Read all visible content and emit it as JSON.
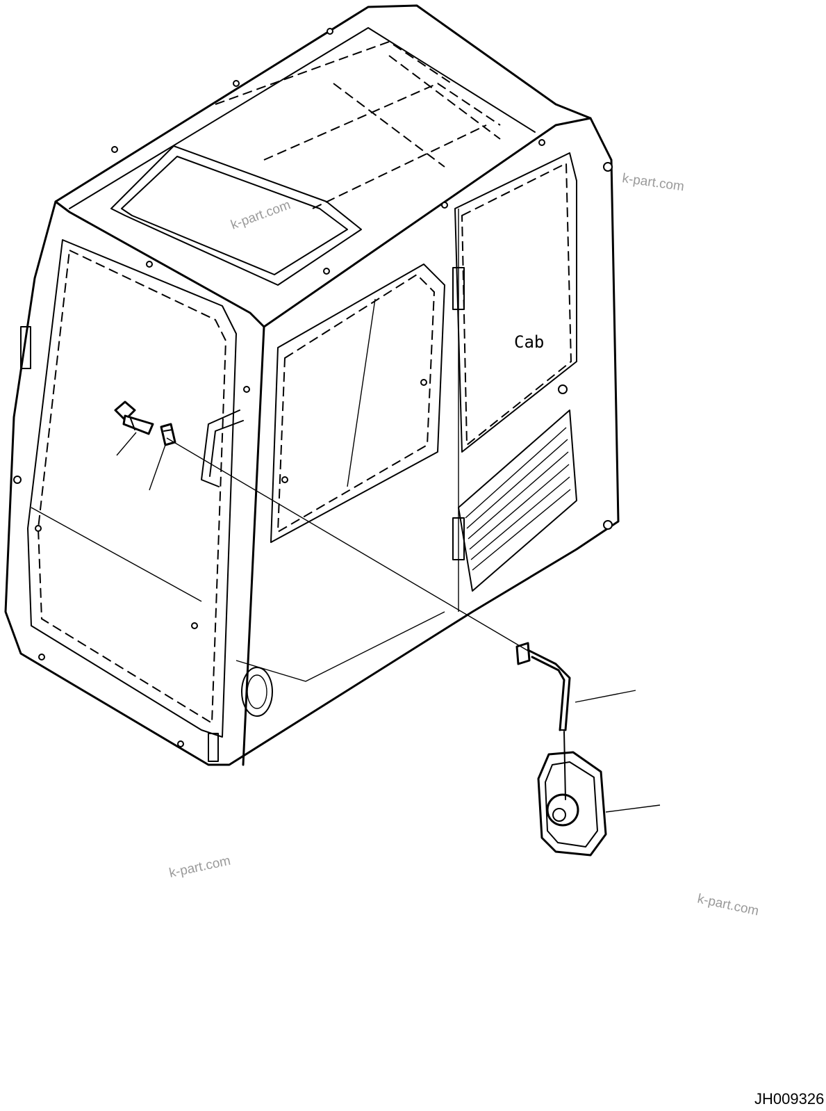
{
  "diagram": {
    "part_label": "Cab",
    "watermarks": [
      "k-part.com",
      "k-part.com",
      "k-part.com",
      "k-part.com"
    ],
    "drawing_code": "JH009326"
  }
}
